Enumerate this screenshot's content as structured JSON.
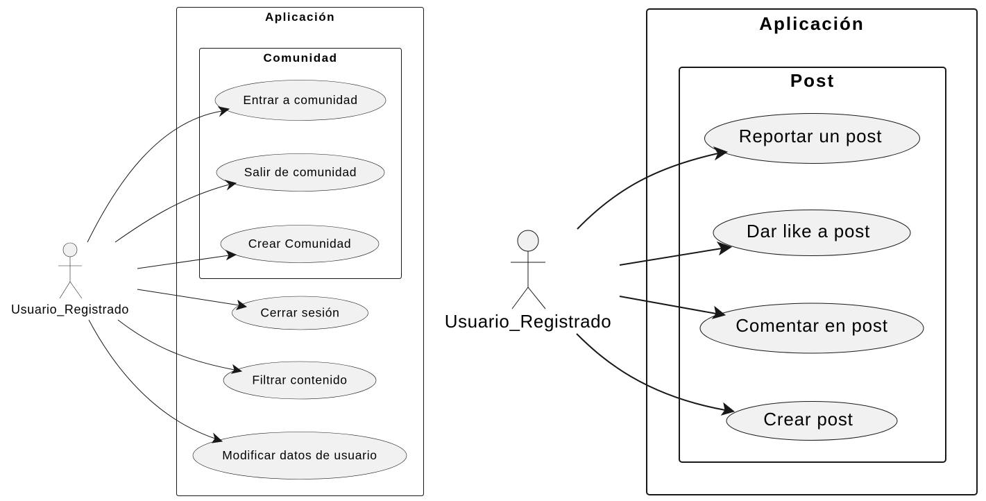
{
  "left_diagram": {
    "system_title": "Aplicación",
    "package_title": "Comunidad",
    "actor": "Usuario_Registrado",
    "use_cases": {
      "entrar": "Entrar a comunidad",
      "salir": "Salir de comunidad",
      "crear_comunidad": "Crear Comunidad",
      "cerrar_sesion": "Cerrar sesión",
      "filtrar": "Filtrar contenido",
      "modificar": "Modificar datos de usuario"
    }
  },
  "right_diagram": {
    "system_title": "Aplicación",
    "package_title": "Post",
    "actor": "Usuario_Registrado",
    "use_cases": {
      "reportar": "Reportar un post",
      "like": "Dar like a post",
      "comentar": "Comentar en post",
      "crear_post": "Crear post"
    }
  }
}
